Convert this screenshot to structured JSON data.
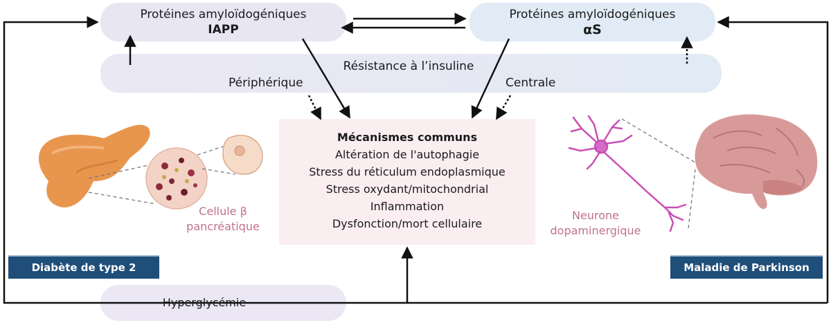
{
  "iapp": {
    "line1": "Protéines amyloïdogéniques",
    "line2": "IAPP"
  },
  "as": {
    "line1": "Protéines amyloïdogéniques",
    "line2": "αS"
  },
  "resistance": {
    "label": "Résistance à l’insuline",
    "peripheral": "Périphérique",
    "central": "Centrale"
  },
  "mechanisms": {
    "title": "Mécanismes communs",
    "items": [
      "Altération de l'autophagie",
      "Stress du réticulum endoplasmique",
      "Stress oxydant/mitochondrial",
      "Inflammation",
      "Dysfonction/mort cellulaire"
    ]
  },
  "beta_cell": {
    "line1": "Cellule β",
    "line2": "pancréatique"
  },
  "neuron": {
    "line1": "Neurone",
    "line2": "dopaminergique"
  },
  "diabetes": {
    "label": "Diabète de type 2"
  },
  "parkinson": {
    "label": "Maladie de Parkinson"
  },
  "hyperglycemia": {
    "label": "Hyperglycémie"
  },
  "colors": {
    "iapp_pill": "#e9e6f4",
    "as_pill": "#e1ebf5",
    "mech_box": "#fbeef1",
    "label_box": "#1f4e79",
    "cell_text": "#c0718e"
  }
}
